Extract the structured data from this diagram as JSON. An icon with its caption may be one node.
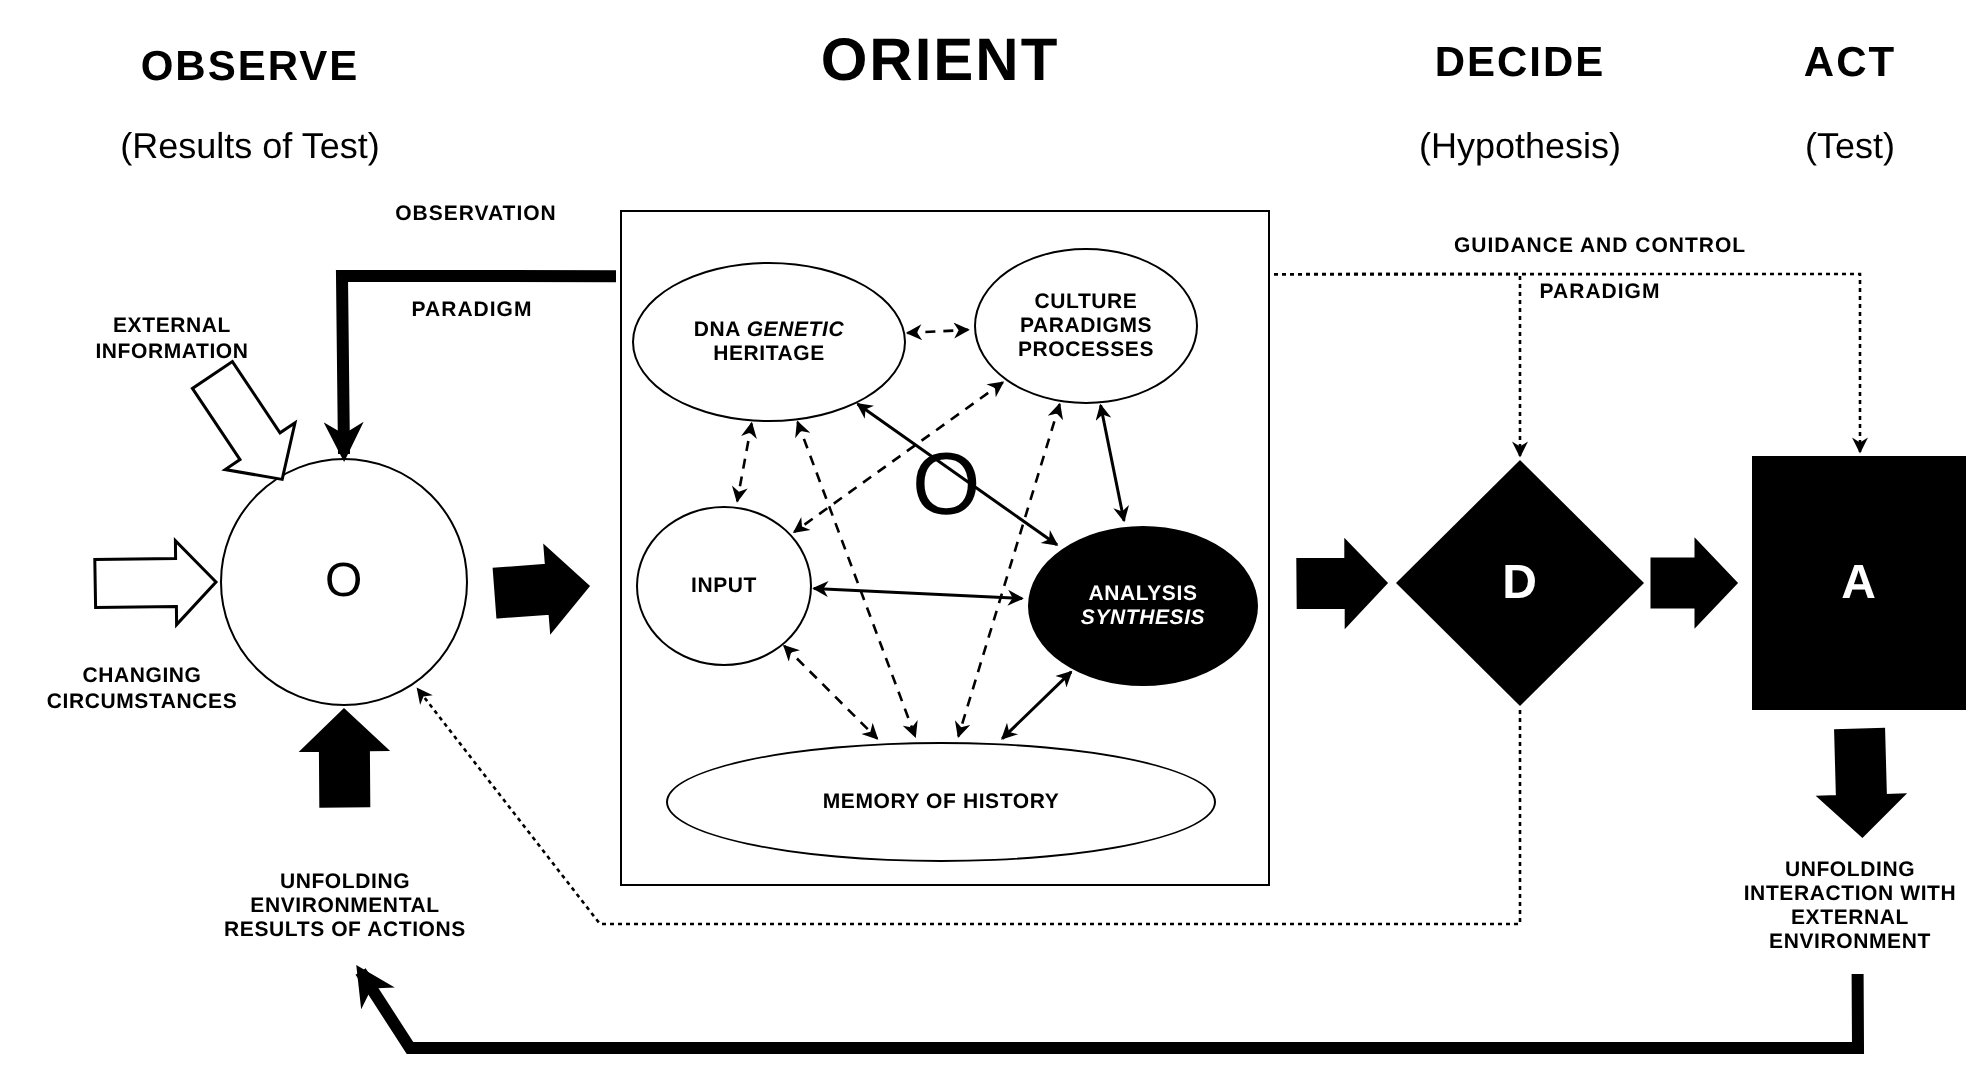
{
  "diagram": {
    "nodes": [
      {
        "text": [
          "O"
        ]
      },
      {
        "text": [
          "O"
        ]
      },
      {
        "text": [
          "DNA *GENETIC* HERITAGE"
        ],
        "in": 1
      },
      {
        "text": [
          "CULTURE PARADIGMS PROCESSES"
        ],
        "in": 1
      },
      {
        "text": [
          "INPUT"
        ],
        "in": 1
      },
      {
        "text": [
          "ANALYSIS *SYNTHESIS*"
        ],
        "in": 1
      },
      {
        "text": [
          "MEMORY OF HISTORY"
        ],
        "in": 1
      },
      {
        "text": [
          "D"
        ]
      },
      {
        "text": [
          "A"
        ]
      },
      {
        "text": [
          "EXTERNAL INFORMATION"
        ]
      },
      {
        "text": [
          "CHANGING CIRCUMSTANCES"
        ]
      },
      {
        "text": [
          "UNFOLDING ENVIRONMENTAL RESULTS OF ACTIONS"
        ]
      },
      {
        "text": [
          "UNFOLDING INTERACTION WITH EXTERNAL ENVIRONMENT"
        ]
      }
    ],
    "edges": [
      {
        "from": 9,
        "to": 0,
        "arrow": "to",
        "style": "thick",
        "color": "#ffffff"
      },
      {
        "from": 10,
        "to": 0,
        "arrow": "to",
        "style": "thick",
        "color": "#ffffff"
      },
      {
        "from": 11,
        "to": 0,
        "arrow": "to",
        "style": "thick"
      },
      {
        "from": 1,
        "to": 0,
        "arrow": "to",
        "style": "thick"
      },
      {
        "from": 0,
        "to": 1,
        "arrow": "to",
        "style": "thick"
      },
      {
        "from": 1,
        "to": 7,
        "arrow": "to",
        "style": "thick"
      },
      {
        "from": 7,
        "to": 8,
        "arrow": "to",
        "style": "thick"
      },
      {
        "from": 8,
        "to": 12,
        "arrow": "to",
        "style": "thick"
      },
      {
        "from": 12,
        "to": 11,
        "arrow": "to",
        "style": "thick"
      },
      {
        "from": 1,
        "to": 7,
        "arrow": "to",
        "style": "dashed"
      },
      {
        "from": 1,
        "to": 8,
        "arrow": "to",
        "style": "dashed"
      },
      {
        "from": 7,
        "to": 0,
        "arrow": "to",
        "style": "dashed"
      },
      {
        "from": 2,
        "to": 3,
        "arrow": "both",
        "style": "dashed"
      },
      {
        "from": 2,
        "to": 4,
        "arrow": "both",
        "style": "dashed"
      },
      {
        "from": 2,
        "to": 5,
        "arrow": "both"
      },
      {
        "from": 2,
        "to": 6,
        "arrow": "both",
        "style": "dashed"
      },
      {
        "from": 3,
        "to": 4,
        "arrow": "both",
        "style": "dashed"
      },
      {
        "from": 3,
        "to": 6,
        "arrow": "both",
        "style": "dashed"
      },
      {
        "from": 3,
        "to": 5,
        "arrow": "both"
      },
      {
        "from": 5,
        "to": 4,
        "arrow": "both"
      },
      {
        "from": 4,
        "to": 6,
        "arrow": "both",
        "style": "dashed"
      },
      {
        "from": 5,
        "to": 6,
        "arrow": "both"
      }
    ],
    "labels": [
      "OBSERVE",
      "ORIENT",
      "DECIDE",
      "ACT",
      "(Results of Test)",
      "(Hypothesis)",
      "(Test)",
      "OBSERVATION",
      "GUIDANCE AND CONTROL",
      "PARADIGM",
      "PARADIGM"
    ]
  }
}
